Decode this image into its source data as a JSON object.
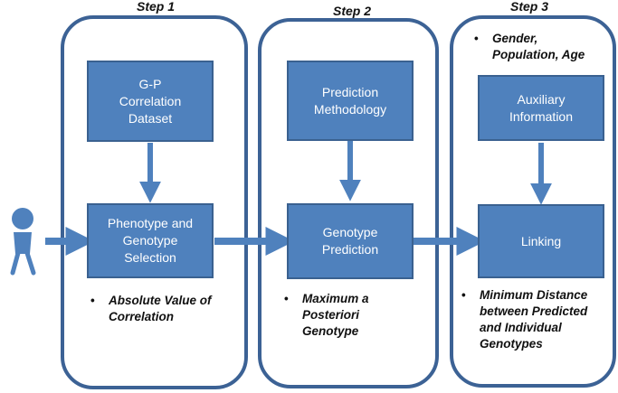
{
  "steps": [
    {
      "title": "Step 1",
      "top_box": [
        "G-P",
        "Correlation",
        "Dataset"
      ],
      "bottom_box": [
        "Phenotype and",
        "Genotype",
        "Selection"
      ],
      "note": [
        "Absolute Value of",
        "Correlation"
      ]
    },
    {
      "title": "Step 2",
      "top_box": [
        "Prediction",
        "Methodology"
      ],
      "bottom_box": [
        "Genotype",
        "Prediction"
      ],
      "note": [
        "Maximum a",
        "Posteriori",
        "Genotype"
      ]
    },
    {
      "title": "Step 3",
      "top_note": [
        "Gender,",
        "Population, Age"
      ],
      "top_box": [
        "Auxiliary",
        "Information"
      ],
      "bottom_box": [
        "Linking"
      ],
      "note": [
        "Minimum Distance",
        "between Predicted",
        "and Individual",
        "Genotypes"
      ]
    }
  ],
  "bullet": "•",
  "colors": {
    "box_fill": "#4f81bd",
    "box_border": "#3a6190",
    "panel_border": "#3c6295",
    "arrow": "#4f81bd",
    "person": "#4f81bd"
  },
  "icons": [
    "person-icon"
  ]
}
